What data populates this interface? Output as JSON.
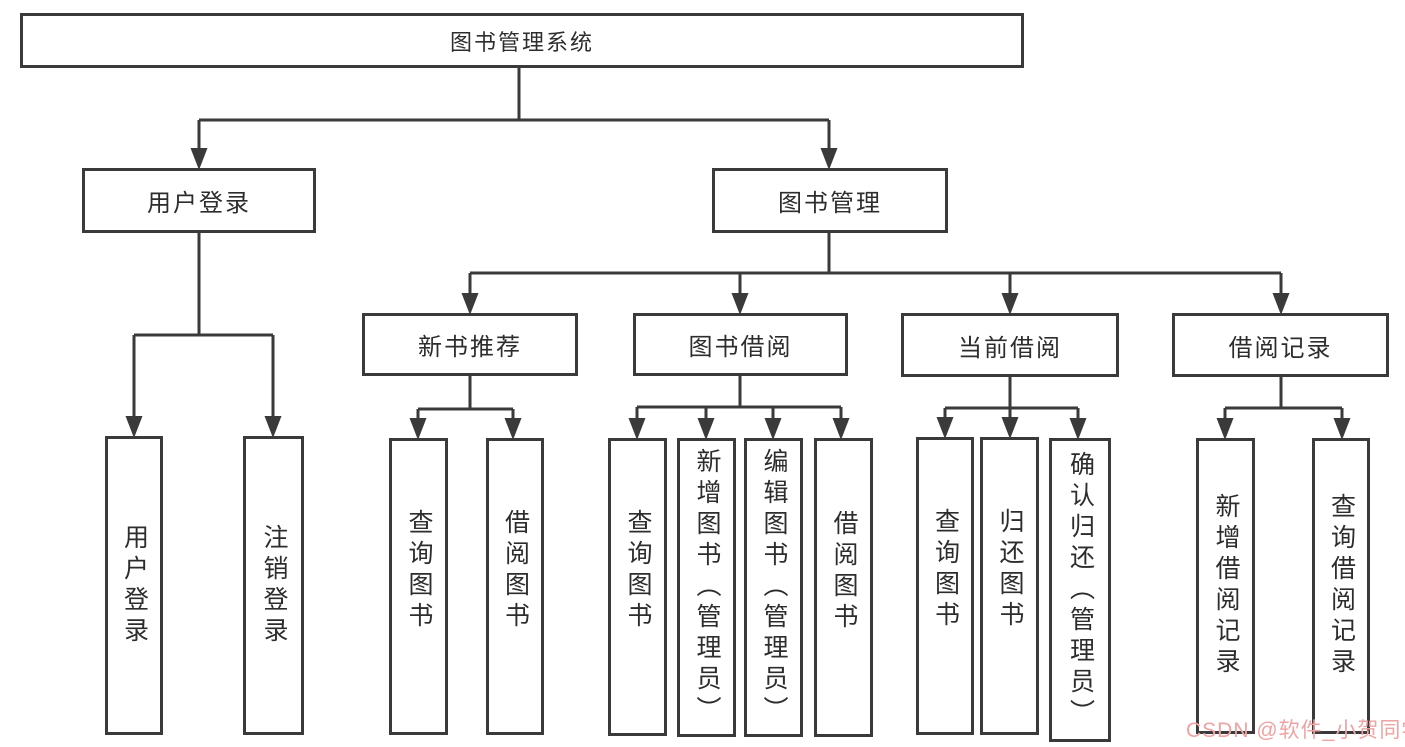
{
  "diagram": {
    "root": {
      "label": "图书管理系统"
    },
    "level2": [
      {
        "label": "用户登录"
      },
      {
        "label": "图书管理"
      }
    ],
    "level3": [
      {
        "label": "新书推荐"
      },
      {
        "label": "图书借阅"
      },
      {
        "label": "当前借阅"
      },
      {
        "label": "借阅记录"
      }
    ],
    "leaves": {
      "user_login": [
        {
          "label": "用户登录"
        },
        {
          "label": "注销登录"
        }
      ],
      "new_books": [
        {
          "label": "查询图书"
        },
        {
          "label": "借阅图书"
        }
      ],
      "borrowing": [
        {
          "label": "查询图书"
        },
        {
          "label": "新增图书（管理员）"
        },
        {
          "label": "编辑图书（管理员）"
        },
        {
          "label": "借阅图书"
        }
      ],
      "current": [
        {
          "label": "查询图书"
        },
        {
          "label": "归还图书"
        },
        {
          "label": "确认归还（管理员）"
        }
      ],
      "records": [
        {
          "label": "新增借阅记录"
        },
        {
          "label": "查询借阅记录"
        }
      ]
    },
    "watermark": "CSDN @软件_小贺同学",
    "colors": {
      "line": "#3a3a3a",
      "text": "#2d2d2d",
      "watermark": "#efa3a3",
      "background": "#ffffff"
    }
  }
}
